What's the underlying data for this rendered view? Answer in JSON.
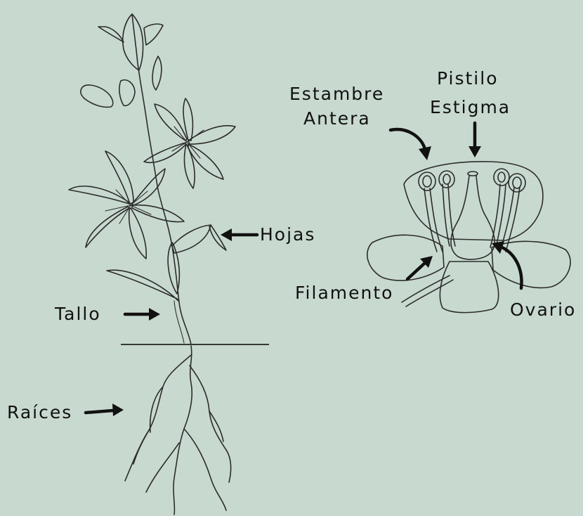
{
  "labels": {
    "hojas": "Hojas",
    "tallo": "Tallo",
    "raices": "Raíces",
    "estambre": "Estambre",
    "antera": "Antera",
    "pistilo": "Pistilo",
    "estigma": "Estigma",
    "filamento": "Filamento",
    "ovario": "Ovario"
  },
  "colors": {
    "background": "#c8d9cf",
    "ink": "#2c2c2c",
    "text": "#111111"
  }
}
